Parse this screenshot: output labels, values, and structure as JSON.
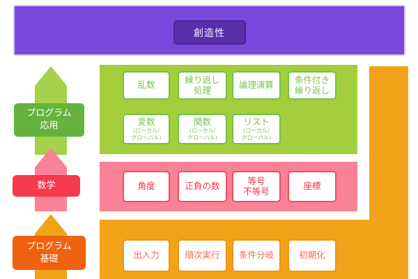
{
  "banner": {
    "label": "創造性"
  },
  "arrows": {
    "advanced": {
      "label": "プログラム\n応用"
    },
    "math": {
      "label": "数学"
    },
    "basics": {
      "label": "プログラム\n基礎"
    }
  },
  "bands": {
    "advanced": {
      "row1": [
        {
          "label": "乱数"
        },
        {
          "label": "繰り返し\n処理"
        },
        {
          "label": "論理演算"
        },
        {
          "label": "条件付き\n繰り返し"
        }
      ],
      "row2": [
        {
          "label": "変数",
          "sub": "(ローカル/\nグローバル)"
        },
        {
          "label": "関数",
          "sub": "(ローカル/\nグローバル)"
        },
        {
          "label": "リスト",
          "sub": "(ローカル/\nグローバル)"
        }
      ]
    },
    "math": {
      "row1": [
        {
          "label": "角度"
        },
        {
          "label": "正負の数"
        },
        {
          "label": "等号\n不等号"
        },
        {
          "label": "座標"
        }
      ]
    },
    "basics": {
      "row1": [
        {
          "label": "出入力"
        },
        {
          "label": "順次実行"
        },
        {
          "label": "条件分岐"
        },
        {
          "label": "初期化"
        }
      ]
    }
  },
  "colors": {
    "banner_bg": "#7b48dd",
    "banner_border": "#d3c6f1",
    "creativity_box_bg": "#5a2ea9",
    "green_band": "#a3ce3c",
    "green_arrow": "#a6d14a",
    "green_label_bg": "#65b33e",
    "green_box_border": "#72c146",
    "green_box_text": "#79c350",
    "pink_band": "#fa8296",
    "red_label_bg": "#f53a4c",
    "pink_box_border": "#f44a5e",
    "pink_box_text": "#f0344a",
    "orange_band": "#f0a318",
    "orange_label_bg": "#ee6210",
    "orange_box_border": "#f19219",
    "orange_box_text": "#f16c4f"
  }
}
